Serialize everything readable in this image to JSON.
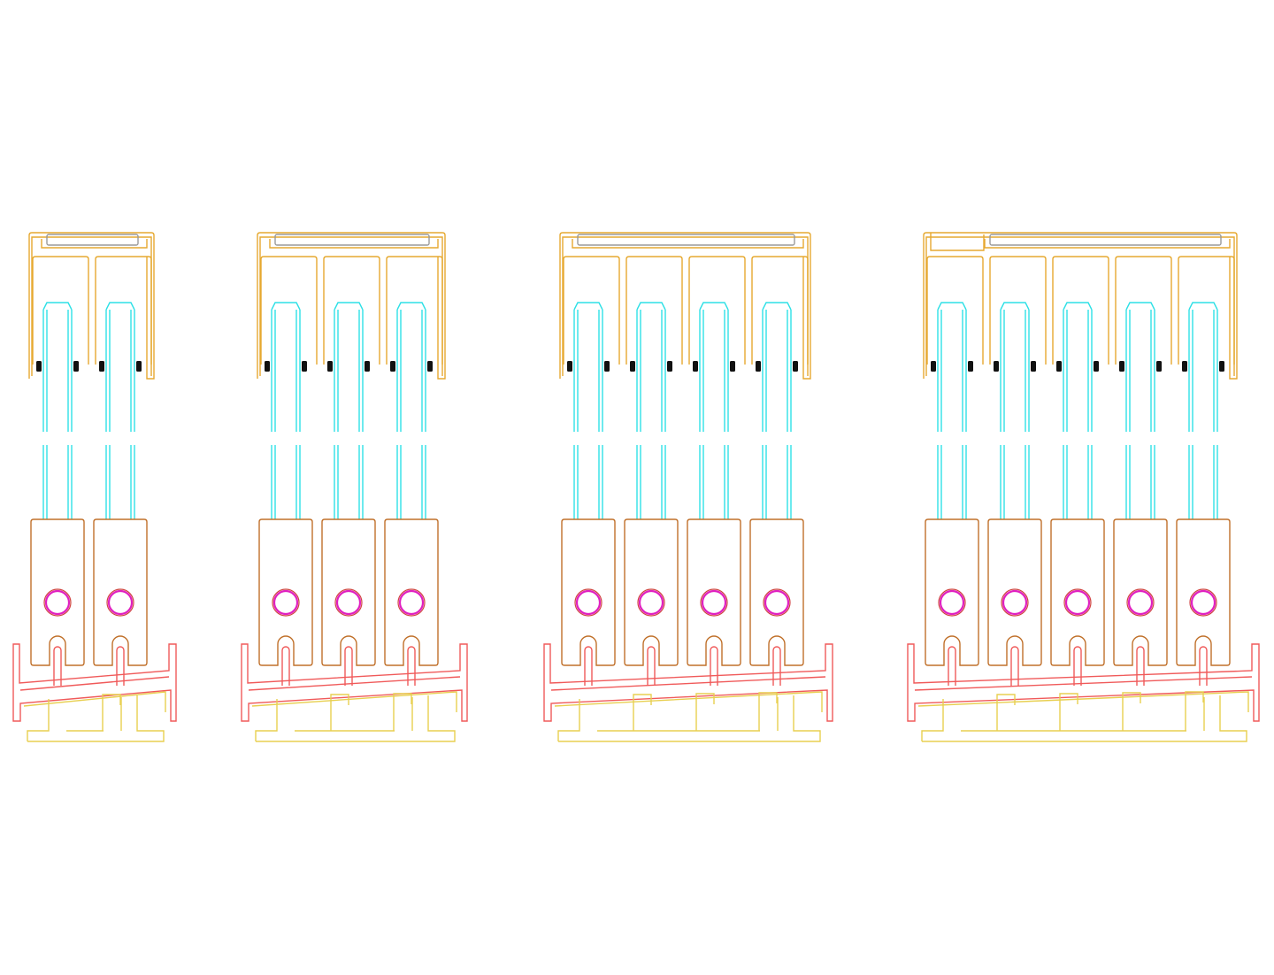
{
  "drawing": {
    "assemblies": [
      {
        "panels": 2,
        "extra_side_frame": false
      },
      {
        "panels": 3,
        "extra_side_frame": false
      },
      {
        "panels": 4,
        "extra_side_frame": false
      },
      {
        "panels": 5,
        "extra_side_frame": true
      }
    ],
    "colors": {
      "head_frame": "#e6a930",
      "cover_strip": "#9a9a9a",
      "glass": "#2fe0e6",
      "gasket": "#111111",
      "sash_box": "#c0702a",
      "roller": "#e020c0",
      "roller_outer": "#d04040",
      "sill_track": "#f05a5a",
      "sill_base": "#e8cf50"
    }
  }
}
